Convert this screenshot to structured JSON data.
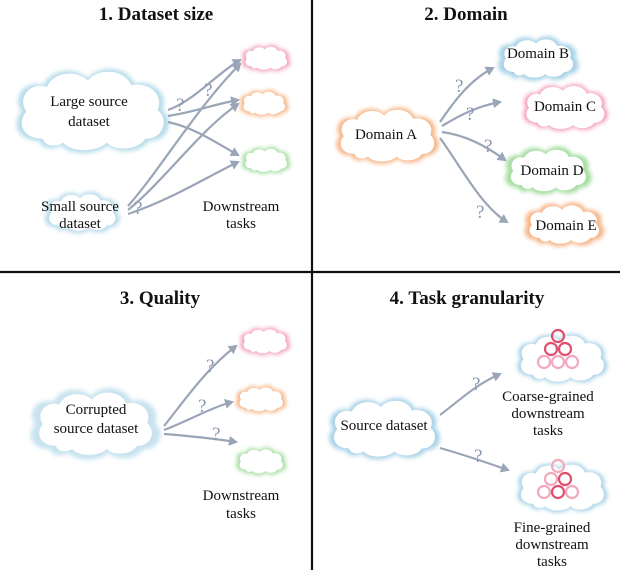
{
  "panels": {
    "dataset_size": {
      "title": "1. Dataset size",
      "large_source": [
        "Large source",
        "dataset"
      ],
      "small_source": [
        "Small source",
        "dataset"
      ],
      "downstream": [
        "Downstream",
        "tasks"
      ]
    },
    "domain": {
      "title": "2. Domain",
      "source": "Domain A",
      "targets": [
        "Domain B",
        "Domain C",
        "Domain D",
        "Domain E"
      ]
    },
    "quality": {
      "title": "3. Quality",
      "source": [
        "Corrupted",
        "source dataset"
      ],
      "downstream": [
        "Downstream",
        "tasks"
      ]
    },
    "task_granularity": {
      "title": "4. Task granularity",
      "source": "Source dataset",
      "coarse": [
        "Coarse-grained",
        "downstream",
        "tasks"
      ],
      "fine": [
        "Fine-grained",
        "downstream",
        "tasks"
      ]
    }
  },
  "question_mark": "?",
  "colors": {
    "blue_cloud": "#a9d3e8",
    "pink_cloud": "#f07aa8",
    "orange_cloud": "#f5a66a",
    "green_cloud": "#8fd48a",
    "arrow": "#9aa6b8",
    "circles": "#e0506e"
  }
}
